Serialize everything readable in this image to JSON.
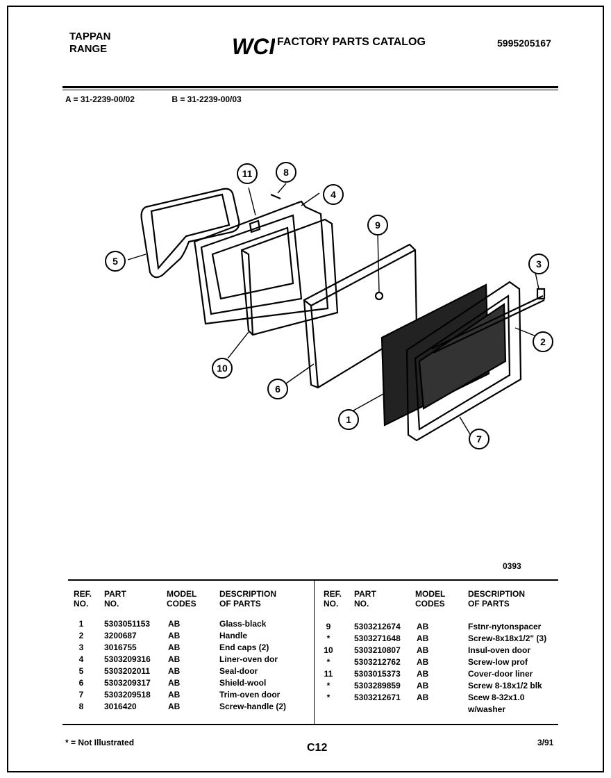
{
  "header": {
    "brand_line1": "TAPPAN",
    "brand_line2": "RANGE",
    "logo_text": "WCI",
    "catalog_title": "FACTORY PARTS CATALOG",
    "catalog_number": "5995205167"
  },
  "models": {
    "a": "A = 31-2239-00/02",
    "b": "B = 31-2239-00/03"
  },
  "diagram": {
    "callouts": [
      "1",
      "2",
      "3",
      "4",
      "5",
      "6",
      "7",
      "8",
      "9",
      "10",
      "11"
    ],
    "figure_number": "0393"
  },
  "table": {
    "headers": {
      "ref": "REF. NO.",
      "ref1": "REF.",
      "ref2": "NO.",
      "part1": "PART",
      "part2": "NO.",
      "model1": "MODEL",
      "model2": "CODES",
      "desc1": "DESCRIPTION",
      "desc2": "OF PARTS"
    },
    "left_rows": [
      {
        "ref": "1",
        "part": "5303051153",
        "codes": "AB",
        "desc": "Glass-black"
      },
      {
        "ref": "2",
        "part": "3200687",
        "codes": "AB",
        "desc": "Handle"
      },
      {
        "ref": "3",
        "part": "3016755",
        "codes": "AB",
        "desc": "End caps (2)"
      },
      {
        "ref": "4",
        "part": "5303209316",
        "codes": "AB",
        "desc": "Liner-oven dor"
      },
      {
        "ref": "5",
        "part": "5303202011",
        "codes": "AB",
        "desc": "Seal-door"
      },
      {
        "ref": "6",
        "part": "5303209317",
        "codes": "AB",
        "desc": "Shield-wool"
      },
      {
        "ref": "7",
        "part": "5303209518",
        "codes": "AB",
        "desc": "Trim-oven door"
      },
      {
        "ref": "8",
        "part": "3016420",
        "codes": "AB",
        "desc": "Screw-handle (2)"
      }
    ],
    "right_rows": [
      {
        "ref": "9",
        "part": "5303212674",
        "codes": "AB",
        "desc": "Fstnr-nytonspacer"
      },
      {
        "ref": "*",
        "part": "5303271648",
        "codes": "AB",
        "desc": "Screw-8x18x1/2\" (3)"
      },
      {
        "ref": "10",
        "part": "5303210807",
        "codes": "AB",
        "desc": "Insul-oven door"
      },
      {
        "ref": "*",
        "part": "5303212762",
        "codes": "AB",
        "desc": "Screw-low prof"
      },
      {
        "ref": "11",
        "part": "5303015373",
        "codes": "AB",
        "desc": "Cover-door liner"
      },
      {
        "ref": "*",
        "part": "5303289859",
        "codes": "AB",
        "desc": "Screw 8-18x1/2 blk"
      },
      {
        "ref": "*",
        "part": "5303212671",
        "codes": "AB",
        "desc": "Scew 8-32x1.0"
      },
      {
        "ref": "",
        "part": "",
        "codes": "",
        "desc": "w/washer"
      }
    ]
  },
  "footer": {
    "footnote": "* = Not Illustrated",
    "page_code": "C12",
    "date": "3/91"
  }
}
